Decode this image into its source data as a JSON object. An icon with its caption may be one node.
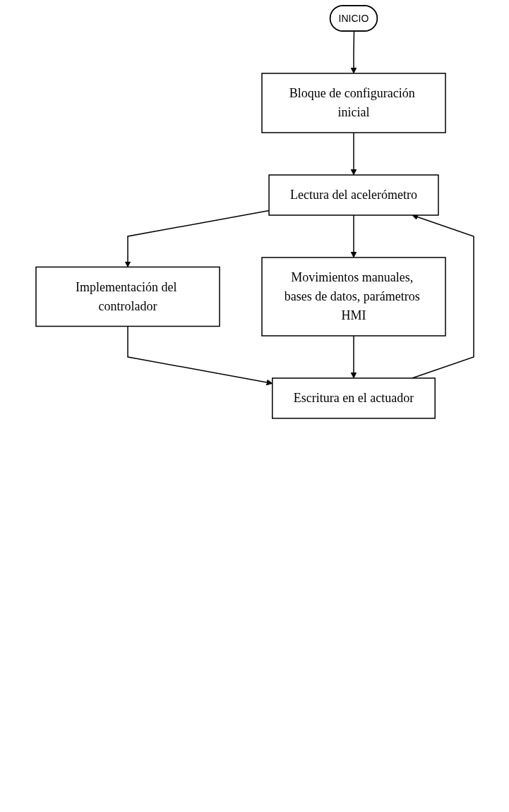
{
  "diagram": {
    "nodes": [
      {
        "text": [
          "INICIO"
        ]
      },
      {
        "text": [
          "Bloque de configuración inicial"
        ]
      },
      {
        "text": [
          "Lectura del acelerómetro"
        ]
      },
      {
        "text": [
          "Implementación del controlador"
        ]
      },
      {
        "text": [
          "Movimientos manuales, bases de datos, parámetros HMI"
        ]
      },
      {
        "text": [
          "Escritura en el actuador"
        ]
      }
    ],
    "edges": [
      {
        "from": 0,
        "to": 1,
        "arrow": "to"
      },
      {
        "from": 1,
        "to": 2,
        "arrow": "to"
      },
      {
        "from": 2,
        "to": 3,
        "arrow": "to"
      },
      {
        "from": 2,
        "to": 4,
        "arrow": "to"
      },
      {
        "from": 3,
        "to": 5,
        "arrow": "to"
      },
      {
        "from": 4,
        "to": 5,
        "arrow": "to"
      },
      {
        "from": 5,
        "to": 2,
        "arrow": "to"
      }
    ]
  }
}
